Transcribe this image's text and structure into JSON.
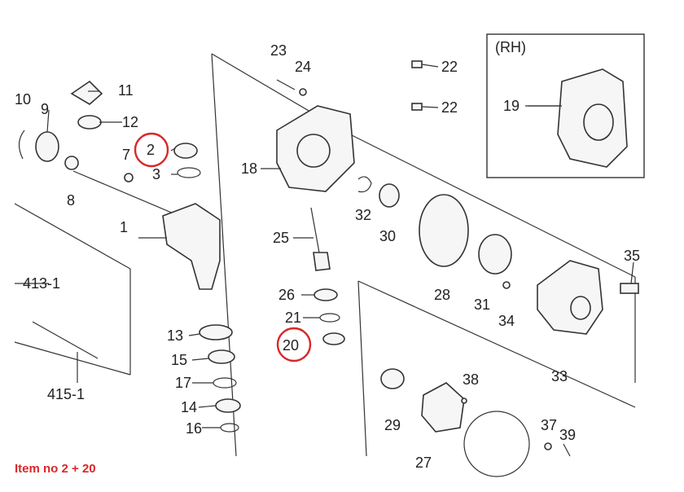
{
  "inset_label": "(RH)",
  "caption": "Item no 2 + 20",
  "callouts": [
    "1",
    "2",
    "3",
    "7",
    "8",
    "9",
    "10",
    "11",
    "12",
    "13",
    "14",
    "15",
    "16",
    "17",
    "18",
    "19",
    "20",
    "21",
    "22",
    "22",
    "23",
    "24",
    "25",
    "26",
    "28",
    "29",
    "30",
    "31",
    "32",
    "33",
    "34",
    "35",
    "37",
    "38",
    "39",
    "413-1",
    "415-1",
    "27"
  ],
  "highlight_color": "#d8282a"
}
